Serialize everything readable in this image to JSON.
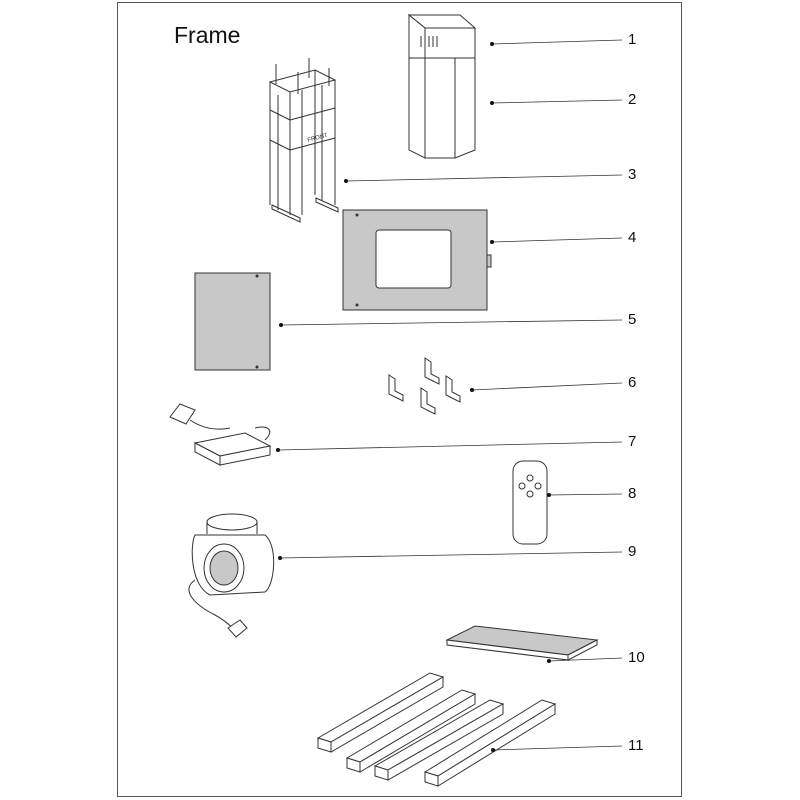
{
  "title": "Frame",
  "callouts": [
    {
      "label": "1"
    },
    {
      "label": "2"
    },
    {
      "label": "3"
    },
    {
      "label": "4"
    },
    {
      "label": "5"
    },
    {
      "label": "6"
    },
    {
      "label": "7"
    },
    {
      "label": "8"
    },
    {
      "label": "9"
    },
    {
      "label": "10"
    },
    {
      "label": "11"
    }
  ],
  "part_front_marking": "FRONT",
  "colors": {
    "panel": "#c8c8c8",
    "line": "#333333",
    "plate": "#bdbdbd"
  }
}
